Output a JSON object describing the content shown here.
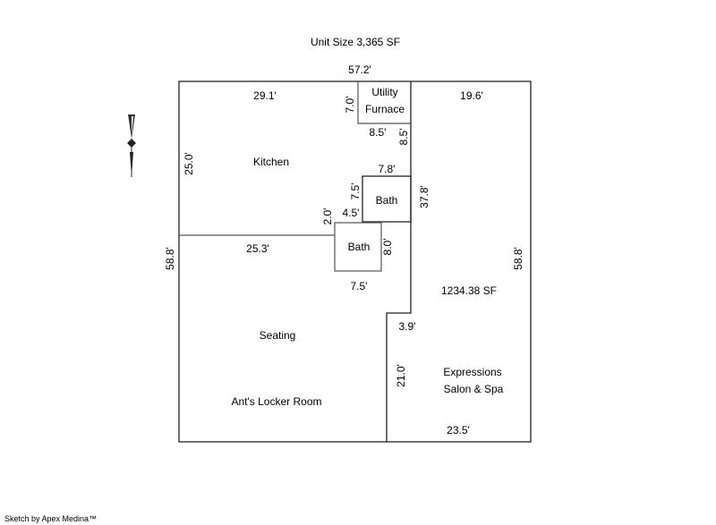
{
  "title": "Unit Size 3,365 SF",
  "footer": "Sketch by Apex Medina™",
  "rooms": {
    "utility": "Utility",
    "furnace": "Furnace",
    "kitchen": "Kitchen",
    "bath_upper": "Bath",
    "bath_lower": "Bath",
    "seating": "Seating",
    "locker": "Ant's Locker Room",
    "area": "1234.38 SF",
    "salon_1": "Expressions",
    "salon_2": "Salon & Spa"
  },
  "dims": {
    "top_total": "57.2'",
    "kitchen_top": "29.1'",
    "utility_height": "7.0'",
    "right_top": "19.6'",
    "utility_bottom": "8.5'",
    "utility_right": "8.5'",
    "kitchen_left": "25.0'",
    "bath_top": "7.8'",
    "bath_left": "7.5'",
    "middle_right": "37.8'",
    "step_width": "4.5'",
    "step_height": "2.0'",
    "bath2_right": "8.0'",
    "kitchen_bottom": "25.3'",
    "left_total": "58.8'",
    "right_total": "58.8'",
    "bath2_bottom": "7.5'",
    "notch_width": "3.9'",
    "lower_height": "21.0'",
    "bottom_right": "23.5'"
  },
  "compass": "north-arrow-icon"
}
